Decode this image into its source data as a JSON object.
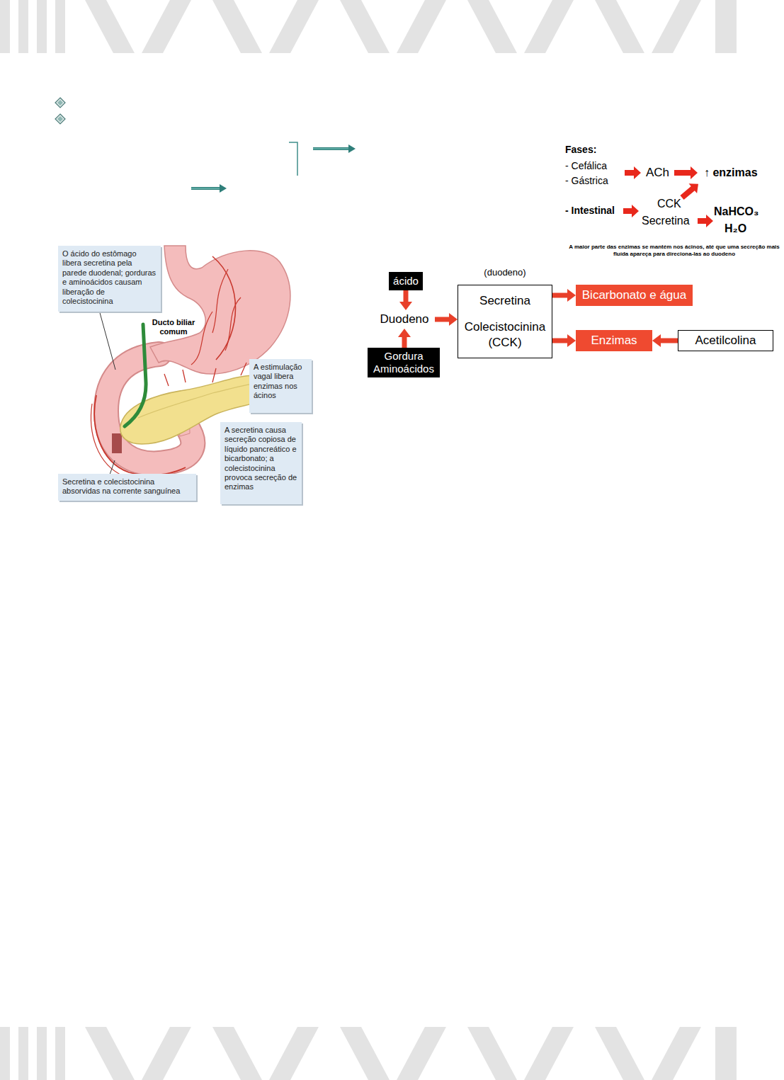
{
  "diagram": {
    "nodes": [
      {
        "text": [
          "O ácido do estômago libera secretina pela parede duodenal; gorduras e aminoácidos causam liberação de colecistocinina"
        ]
      },
      {
        "text": [
          "A estimulação vagal libera enzimas nos ácinos"
        ]
      },
      {
        "text": [
          "A secretina causa secreção copiosa de líquido pancreático e bicarbonato; a colecistocinina provoca secreção de enzimas"
        ]
      },
      {
        "text": [
          "Secretina e colecistocinina absorvidas na corrente sanguínea"
        ]
      },
      {
        "text": [
          "ácido"
        ]
      },
      {
        "text": [
          "Duodeno"
        ]
      },
      {
        "text": [
          "Gordura Aminoácidos"
        ]
      },
      {
        "text": [
          "(duodeno)",
          "Secretina",
          "Colecistocinina (CCK)"
        ]
      },
      {
        "text": [
          "Bicarbonato e água"
        ]
      },
      {
        "text": [
          "Enzimas"
        ]
      },
      {
        "text": [
          "Acetilcolina"
        ]
      }
    ],
    "edges": [
      {
        "from": 4,
        "to": 5,
        "arrow": "to"
      },
      {
        "from": 6,
        "to": 5,
        "arrow": "to"
      },
      {
        "from": 5,
        "to": 7,
        "arrow": "to"
      },
      {
        "from": 7,
        "to": 8,
        "arrow": "to"
      },
      {
        "from": 7,
        "to": 9,
        "arrow": "to"
      },
      {
        "from": 10,
        "to": 9,
        "arrow": "to"
      }
    ],
    "labels": [
      "Ducto biliar comum",
      "Fases:",
      "- Cefálica",
      "- Gástrica",
      "ACh",
      "↑ enzimas",
      "- Intestinal",
      "CCK",
      "Secretina",
      "NaHCO₃",
      "H₂O",
      "A maior parte das enzimas se mantém nos ácinos, até que uma secreção mais fluída apareça para direciona-las ao duodeno"
    ]
  }
}
